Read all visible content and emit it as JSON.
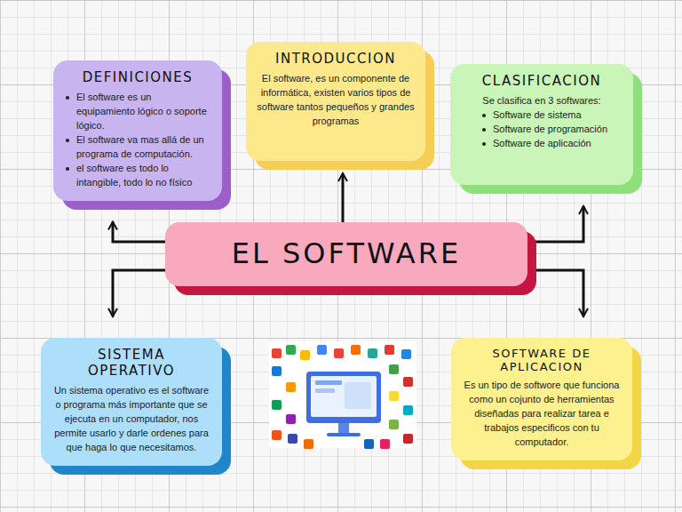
{
  "diagram": {
    "nodes": [
      {
        "text": [
          "DEFINICIONES",
          "El software es un equipamiento lógico o soporte lógico.",
          "El software va mas allá de un programa de computación.",
          "el software es todo lo intangible, todo lo no físico"
        ]
      },
      {
        "text": [
          "INTRODUCCION",
          "El software, es un componente de informática, existen varios tipos de software tantos pequeños y grandes programas"
        ]
      },
      {
        "text": [
          "CLASIFICACION",
          "Se clasifica en 3 softwares:",
          "Software de sistema",
          "Software de programación",
          "Software de aplicación"
        ]
      },
      {
        "text": [
          "EL SOFTWARE"
        ]
      },
      {
        "text": [
          "SISTEMA OPERATIVO",
          "Un sistema operativo es el software o programa más importante que se ejecuta en un computador, nos permite usarlo y darle ordenes para que haga lo que necesitamos."
        ]
      },
      {
        "text": [
          "SOFTWARE DE APLICACION",
          "Es un tipo de softwore que funciona como un cojunto de herramientas diseñadas para realizar tarea e trabajos especificos con tu computador."
        ]
      }
    ],
    "edges": [
      {
        "from": 3,
        "to": 0,
        "arrow": "to"
      },
      {
        "from": 3,
        "to": 1,
        "arrow": "to"
      },
      {
        "from": 3,
        "to": 2,
        "arrow": "to"
      },
      {
        "from": 3,
        "to": 4,
        "arrow": "to"
      },
      {
        "from": 3,
        "to": 5,
        "arrow": "to"
      }
    ]
  }
}
